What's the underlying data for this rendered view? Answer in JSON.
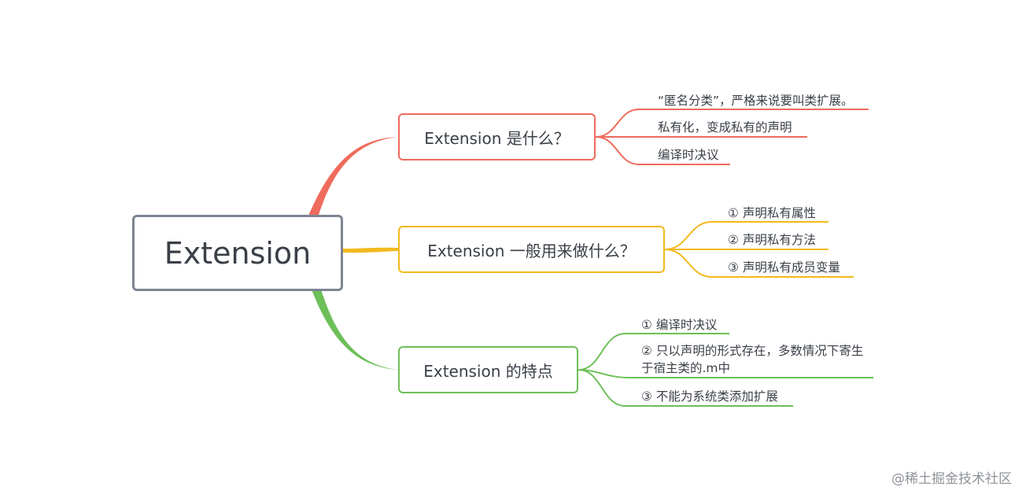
{
  "root": {
    "label": "Extension"
  },
  "branches": [
    {
      "label": "Extension 是什么？",
      "color": "#ef6b5d",
      "items": [
        "“匿名分类”，严格来说要叫类扩展。",
        "私有化，变成私有的声明",
        "编译时决议"
      ]
    },
    {
      "label": "Extension 一般用来做什么？",
      "color": "#f2b91e",
      "items": [
        "① 声明私有属性",
        "② 声明私有方法",
        "③ 声明私有成员变量"
      ]
    },
    {
      "label": "Extension 的特点",
      "color": "#6dbf58",
      "items": [
        "① 编译时决议",
        "② 只以声明的形式存在，多数情况下寄生于宿主类的.m中",
        "③ 不能为系统类添加扩展"
      ]
    }
  ],
  "watermark": "@稀土掘金技术社区"
}
